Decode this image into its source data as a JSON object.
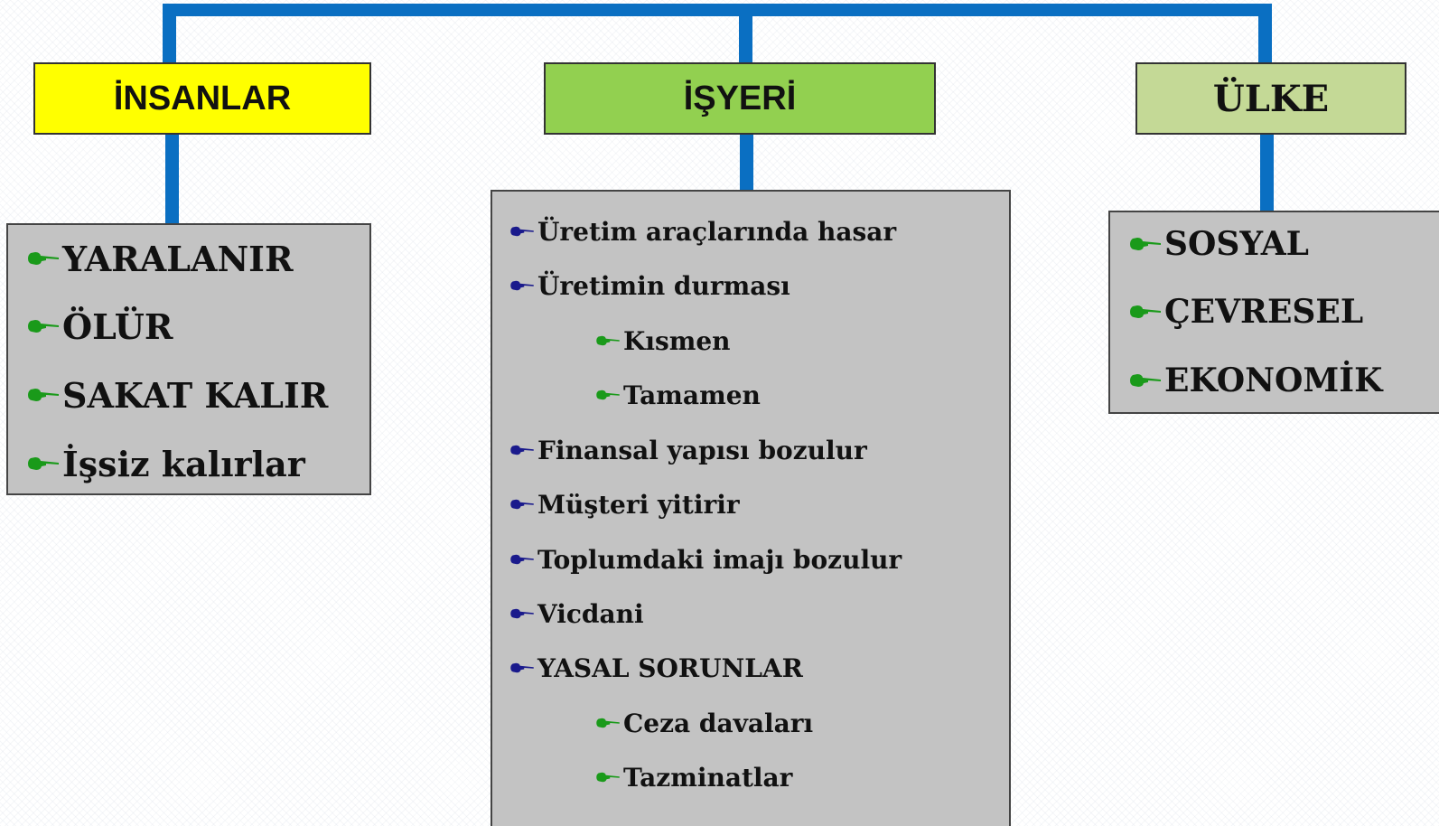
{
  "colors": {
    "connector": "#0a6fc2",
    "insanlar_fill": "#ffff00",
    "isyeri_fill": "#92d050",
    "ulke_fill": "#c4d996",
    "box_fill": "#c3c3c3",
    "hand_green": "#1a9a1a",
    "hand_navy": "#1a1a8c"
  },
  "headers": {
    "insanlar": "İNSANLAR",
    "isyeri": "İŞYERİ",
    "ulke": "ÜLKE"
  },
  "insanlar_items": [
    "YARALANIR",
    "ÖLÜR",
    "SAKAT KALIR",
    "İşsiz kalırlar"
  ],
  "isyeri_items": [
    {
      "text": "Üretim araçlarında hasar",
      "level": 1,
      "icon": "pointing-hand-icon"
    },
    {
      "text": "Üretimin durması",
      "level": 1,
      "icon": "pointing-hand-icon"
    },
    {
      "text": "Kısmen",
      "level": 2,
      "icon": "pointing-hand-icon"
    },
    {
      "text": "Tamamen",
      "level": 2,
      "icon": "pointing-hand-icon"
    },
    {
      "text": "Finansal yapısı bozulur",
      "level": 1,
      "icon": "pointing-hand-icon"
    },
    {
      "text": "Müşteri yitirir",
      "level": 1,
      "icon": "pointing-hand-icon"
    },
    {
      "text": "Toplumdaki imajı bozulur",
      "level": 1,
      "icon": "pointing-hand-icon"
    },
    {
      "text": "Vicdani",
      "level": 1,
      "icon": "pointing-hand-icon"
    },
    {
      "text": "YASAL SORUNLAR",
      "level": 1,
      "icon": "pointing-hand-icon"
    },
    {
      "text": "Ceza davaları",
      "level": 2,
      "icon": "pointing-hand-icon"
    },
    {
      "text": "Tazminatlar",
      "level": 2,
      "icon": "pointing-hand-icon"
    }
  ],
  "ulke_items": [
    "SOSYAL",
    "ÇEVRESEL",
    "EKONOMİK"
  ]
}
